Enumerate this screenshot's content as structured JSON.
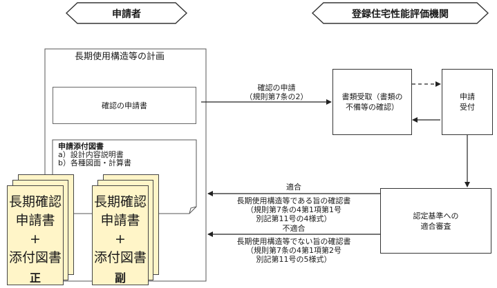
{
  "header": {
    "applicant": "申請者",
    "agency": "登録住宅性能評価機関"
  },
  "plan": {
    "title": "長期使用構造等の計画",
    "application_doc": "確認の申請書",
    "attached_title": "申請添付図書",
    "attached_items": [
      "a）設計内容説明書",
      "b）各種図面・計算書"
    ]
  },
  "sheets": [
    {
      "lines": [
        "長期確認",
        "申請書",
        "+",
        "添付図書"
      ],
      "mark": "正"
    },
    {
      "lines": [
        "長期確認",
        "申請書",
        "+",
        "添付図書"
      ],
      "mark": "副"
    }
  ],
  "agency_boxes": {
    "receipt": [
      "書類受取（書類の",
      "不備等の確認）"
    ],
    "accept": [
      "申請",
      "受付"
    ],
    "review": [
      "認定基準への",
      "適合審査"
    ]
  },
  "flows": {
    "request": [
      "確認の申請",
      "（規則第7条の2）"
    ],
    "conform_title": "適合",
    "conform_detail": [
      "長期使用構造等である旨の確認書",
      "（規則第7条の4第1項第1号",
      "別記第11号の4様式）"
    ],
    "nonconform_title": "不適合",
    "nonconform_detail": [
      "長期使用構造等でない旨の確認書",
      "（規則第7条の4第1項第2号",
      "別記第11号の5様式）"
    ]
  },
  "colors": {
    "sheet": "#fff5c8",
    "line": "#333333"
  }
}
